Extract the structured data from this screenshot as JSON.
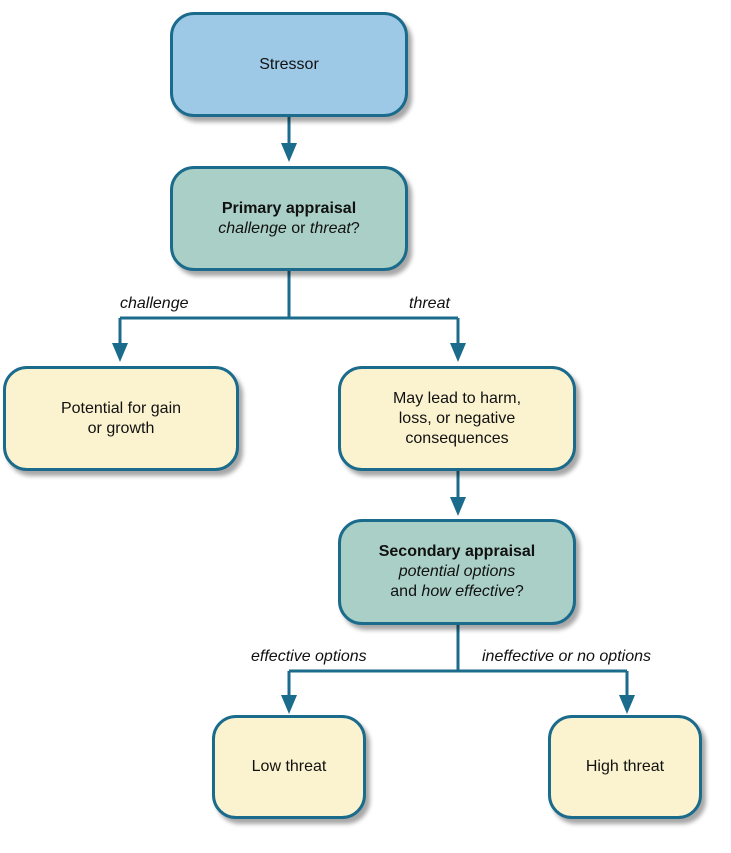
{
  "colors": {
    "connector": "#1b6b8c",
    "stressor_fill": "#9ec9e6",
    "appraisal_fill": "#a9cfc6",
    "outcome_fill": "#fbf3cf",
    "border": "#1b6b8c"
  },
  "nodes": {
    "stressor": {
      "text": "Stressor"
    },
    "primary": {
      "title": "Primary appraisal",
      "q_italic_1": "challenge",
      "q_mid": " or ",
      "q_italic_2": "threat",
      "q_end": "?"
    },
    "gain": {
      "line1": "Potential for gain",
      "line2": "or growth"
    },
    "harm": {
      "line1": "May lead to harm,",
      "line2": "loss, or negative",
      "line3": "consequences"
    },
    "secondary": {
      "title": "Secondary appraisal",
      "line2_italic": "potential options",
      "line3_pre": "and ",
      "line3_italic": "how effective",
      "line3_end": "?"
    },
    "low": {
      "text": "Low threat"
    },
    "high": {
      "text": "High threat"
    }
  },
  "edge_labels": {
    "challenge": "challenge",
    "threat": "threat",
    "effective": "effective options",
    "ineffective": "ineffective or no options"
  }
}
